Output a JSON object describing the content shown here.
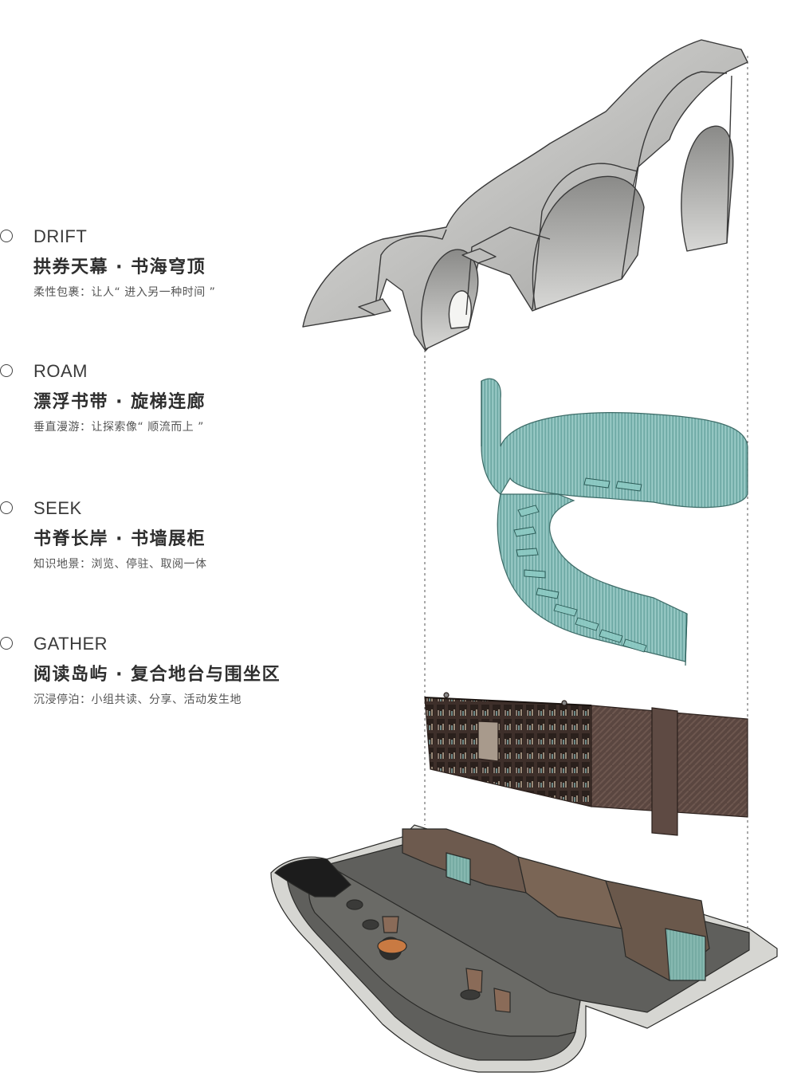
{
  "layers": [
    {
      "en": "DRIFT",
      "zh": "拱券天幕 · 书海穹顶",
      "desc": "柔性包裹：让人“ 进入另一种时间 ”"
    },
    {
      "en": "ROAM",
      "zh": "漂浮书带 · 旋梯连廊",
      "desc": "垂直漫游：让探索像“ 顺流而上 ”"
    },
    {
      "en": "SEEK",
      "zh": "书脊长岸 · 书墙展柜",
      "desc": "知识地景：浏览、停驻、取阅一体"
    },
    {
      "en": "GATHER",
      "zh": "阅读岛屿 · 复合地台与围坐区",
      "desc": "沉浸停泊：小组共读、分享、活动发生地"
    }
  ],
  "colors": {
    "vault": "#cfcfcf",
    "stair_glass": "#5aa8a2",
    "bookwall": "#4a3a34",
    "floor": "#6b6b68",
    "guide_line": "#555555"
  }
}
